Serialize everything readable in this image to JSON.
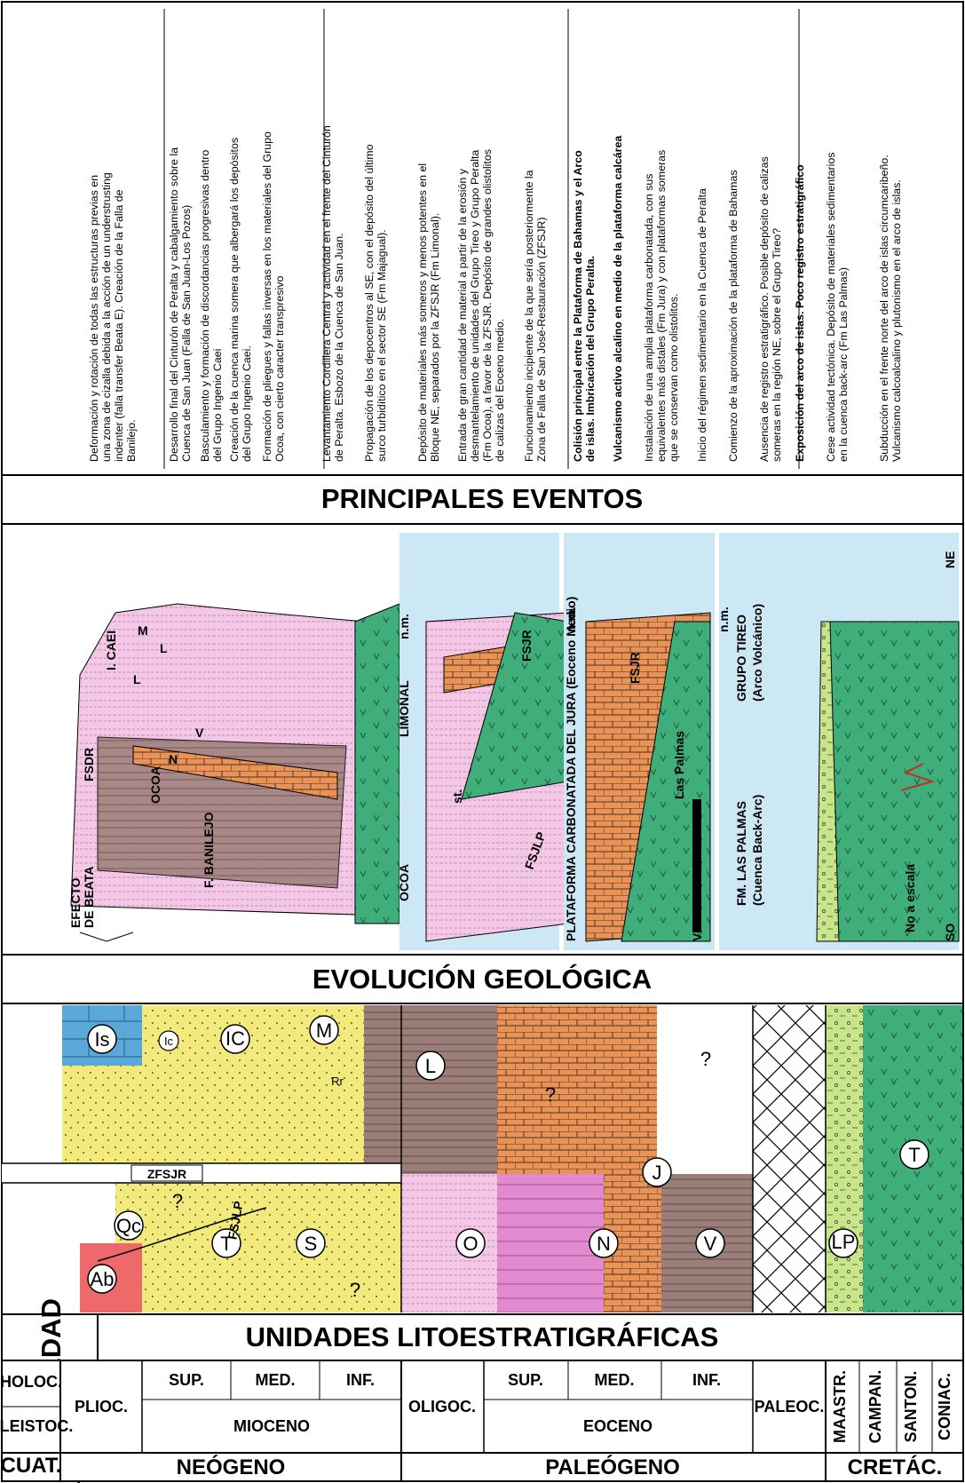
{
  "headers": {
    "edad": "EDAD",
    "unidades": "UNIDADES LITOESTRATIGRÁFICAS",
    "evolucion": "EVOLUCIÓN GEOLÓGICA",
    "eventos": "PRINCIPALES EVENTOS"
  },
  "eras": [
    {
      "id": "cuat",
      "label": "CUAT."
    },
    {
      "id": "neo",
      "label": "NEÓGENO"
    },
    {
      "id": "pal",
      "label": "PALEÓGENO"
    },
    {
      "id": "cre",
      "label": "CRETÁC."
    }
  ],
  "epochs": {
    "holoc": "HOLOC.",
    "pleistoc": "PLEISTOC.",
    "plioc": "PLIOC.",
    "mioceno": "MIOCENO",
    "oligoc": "OLIGOC.",
    "eoceno": "EOCENO",
    "paleoc": "PALEOC.",
    "maastr": "MAASTR.",
    "campan": "CAMPAN.",
    "santon": "SANTON.",
    "coniac": "CONIAC."
  },
  "subepochs": {
    "mio_sup": "SUP.",
    "mio_med": "MED.",
    "mio_inf": "INF.",
    "eo_sup": "SUP.",
    "eo_med": "MED.",
    "eo_inf": "INF."
  },
  "units": {
    "ab": "Ab",
    "qc": "Qc",
    "t_mio": "T",
    "s": "S",
    "o": "O",
    "n": "N",
    "v": "V",
    "j": "J",
    "lp": "LP",
    "t_cre": "T",
    "is": "Is",
    "ic_small": "Ic",
    "ic": "IC",
    "m": "M",
    "l": "L",
    "rr": "Rr",
    "fsjlp": "FSJLP",
    "zfsjr": "ZFSJR",
    "q1": "?",
    "q2": "?",
    "q3": "?",
    "q4": "?"
  },
  "evolution": {
    "efecto": "EFECTO",
    "de_beata": "DE BEATA",
    "fsdr": "FSDR",
    "f_banilejo": "F. BANILEJO",
    "ocoa1": "OCOA",
    "n1": "N",
    "v1": "V",
    "l1": "L",
    "l2": "L",
    "m1": "M",
    "i_caei": "I. CAEI",
    "ocoa2": "OCOA",
    "limonal": "LIMONAL",
    "nm1": "n.m.",
    "fsjr1": "FSJR",
    "fsjlp2": "FSJLP",
    "st": "st.",
    "plataforma": "PLATAFORMA CARBONATADA DEL JURA (Eoceno Medio)",
    "nm2": "n.m.",
    "ventana": "VENT",
    "las_palmas": "Las Palmas",
    "fsjr2": "FSJR",
    "fm_las_palmas": "FM. LAS PALMAS",
    "cuenca_ba": "(Cuenca Back-Arc)",
    "grupo_tireo": "GRUPO TIREO",
    "arco": "(Arco Volcánico)",
    "nm3": "n.m.",
    "no_escala": "No a escala",
    "so": "SO",
    "ne": "NE"
  },
  "events": {
    "e1": [
      "Deformación y rotación de todas las estructuras previas en",
      "una zona de cizalla debida a la acción de un understrusting",
      "indenter (falla transfer Beata E). Creación de la Falla de",
      "Banilejo."
    ],
    "e2": [
      "Desarrollo final del Cinturón de Peralta y cabalgamiento sobre la",
      "Cuenca de San Juan (Falla de San Juan-Los Pozos)"
    ],
    "e3": [
      "Basculamiento y formación de discordancias progresivas dentro",
      "del Grupo Ingenio Caei"
    ],
    "e4": [
      "Creación de la cuenca marina somera que albergará los depósitos",
      "del Grupo Ingenio Caei."
    ],
    "e5": [
      "Formación de pliegues y fallas inversas en los materiales del Grupo",
      "Ocoa, con cierto caracter transpresivo"
    ],
    "e6": [
      "Levantamiento Cordillera Central y actividad en el frente del Cinturón",
      "de Peralta. Esbozo de la Cuenca de San Juan."
    ],
    "e7": [
      "Propagación de los depocentros al SE, con el depósito del último",
      "surco turbidítico en el sector SE (Fm Majagual)."
    ],
    "e8": [
      "Depósito de materiales más someros y menos potentes en el",
      "Bloque NE, separados por la ZFSJR (Fm Limonal)."
    ],
    "e9": [
      "Entrada de gran cantidad de material a partir de la erosión y",
      "desmantelamiento de unidades del Grupo Tireo y Grupo Peralta",
      "(Fm Ocoa), a favor de la ZFSJR. Depósito de grandes olistolitos",
      "de calizas del Eoceno medio."
    ],
    "e10": [
      "Funcionamiento incipiente de la que sería posteriormente la",
      "Zona de Falla de San José-Restauración (ZFSJR)"
    ],
    "e11": [
      "Colisión principal entre la Plataforma de Bahamas y el Arco",
      "de islas. Imbricación del Grupo Peralta."
    ],
    "e12": [
      "Vulcanismo activo alcalino en medio de la plataforma calcárea"
    ],
    "e13": [
      "Instalación de una amplia plataforma carbonatada, con sus",
      "equivalentes más distales (Fm Jura) y con plataformas someras",
      "que se conservan como olistolitos."
    ],
    "e14": [
      "Inicio del régimen sedimentario en la Cuenca de Peralta"
    ],
    "e15": [
      "Comienzo de la aproximación de la plataforma de Bahamas"
    ],
    "e16": [
      "Ausencia de registro estratigráfico. Posible depósito de calizas",
      "someras en la región NE, sobre el Grupo Tireo?"
    ],
    "e17": [
      "Exposición del arco de islas. Poco registro estratigráfico"
    ],
    "e18": [
      "Cese actividad tectónica. Depósito de materiales sedimentarios",
      "en la cuenca back-arc (Fm Las Palmas)"
    ],
    "e19": [
      "Subducción en el frente norte del arco de islas circumcaribeño.",
      "Vulcanismo calcoalcalino y plutonismo en el arco de islas."
    ]
  }
}
